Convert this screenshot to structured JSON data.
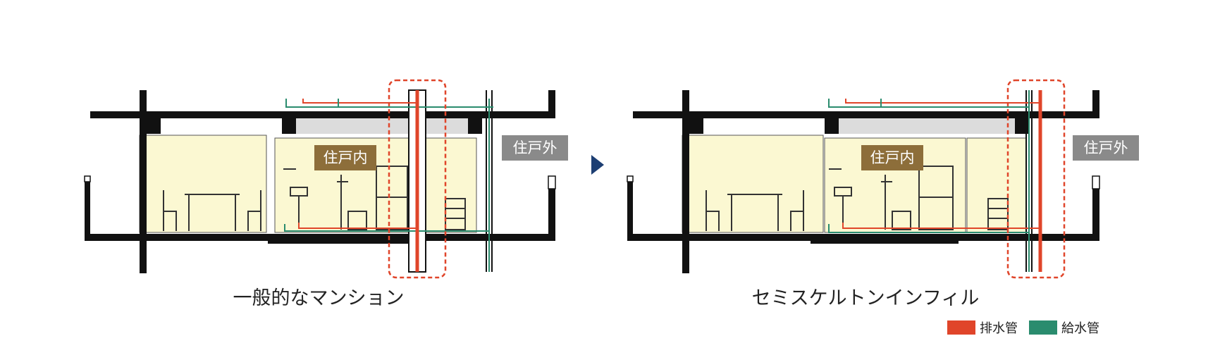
{
  "diagrams": [
    {
      "caption": "一般的なマンション",
      "inside_label": "住戸内",
      "outside_label": "住戸外"
    },
    {
      "caption": "セミスケルトンインフィル",
      "inside_label": "住戸内",
      "outside_label": "住戸外"
    }
  ],
  "legend": [
    {
      "label": "排水管",
      "color": "#e0452a"
    },
    {
      "label": "給水管",
      "color": "#2a8c6e"
    }
  ],
  "colors": {
    "room_fill": "#fbf8d2",
    "inside_tag": "#8d6e3a",
    "outside_tag": "#8a8a8a",
    "arrow": "#1d3f73",
    "highlight_box": "#e0452a",
    "drain_pipe": "#e0452a",
    "supply_pipe": "#2a8c6e"
  },
  "icons": [
    "triangle-arrow-icon"
  ]
}
